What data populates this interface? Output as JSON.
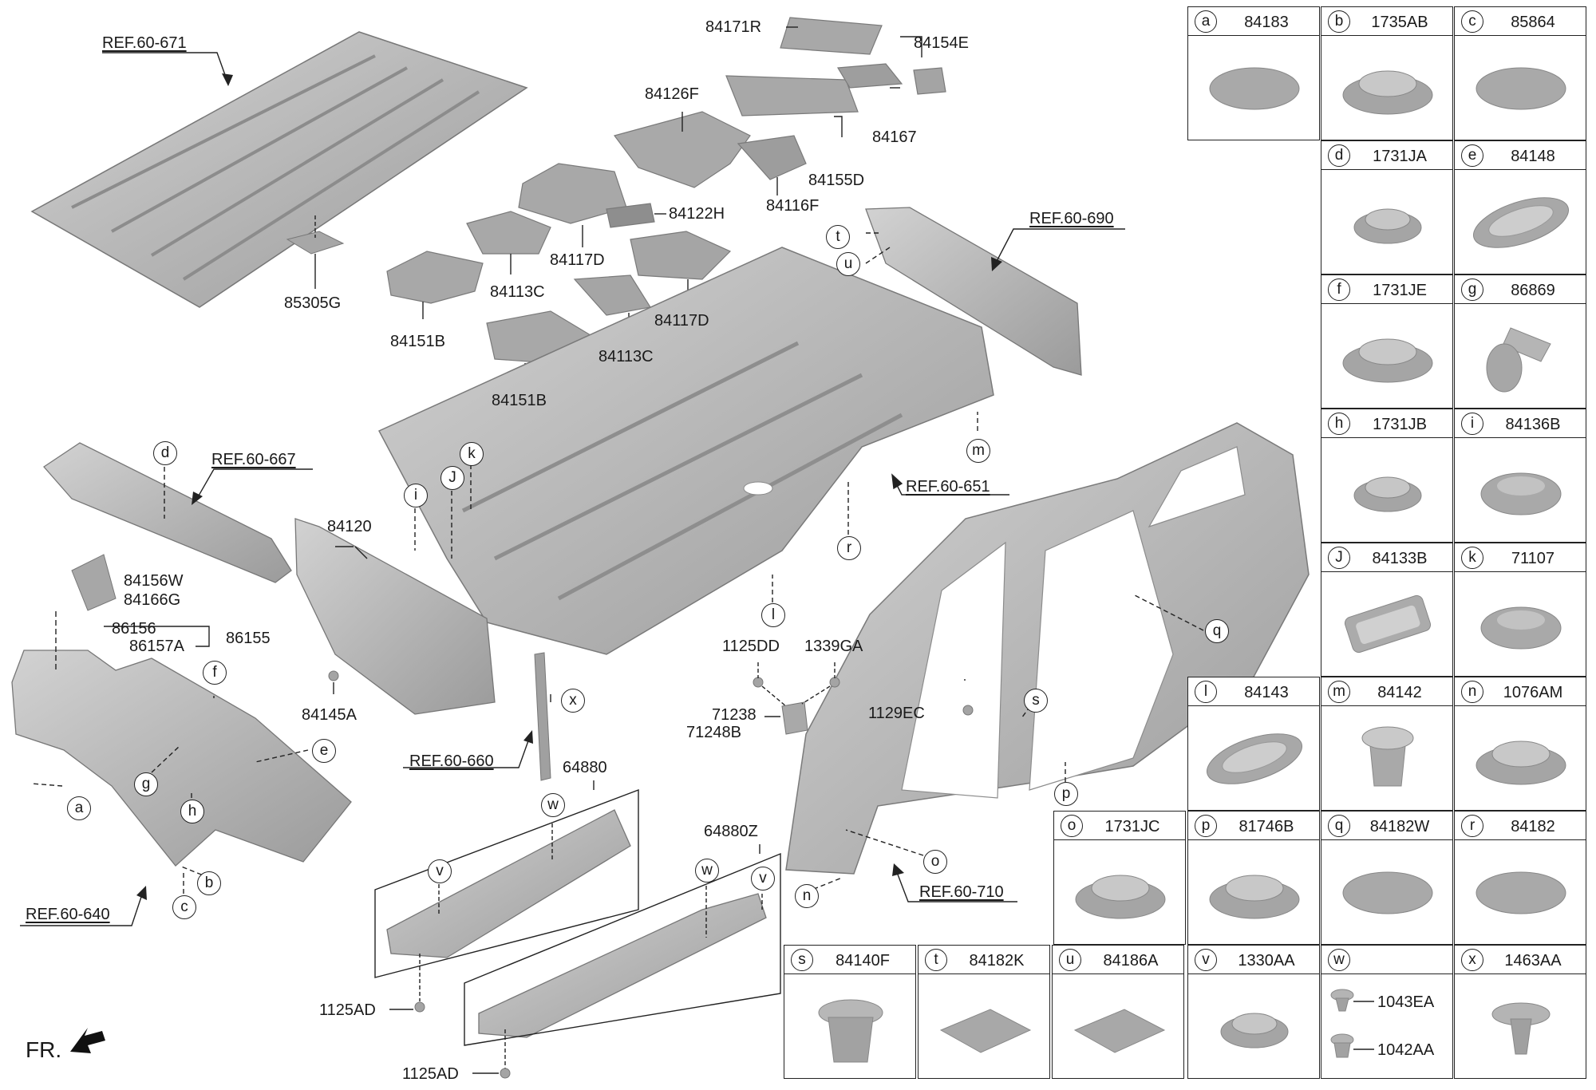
{
  "labels": {
    "ref_60_671": "REF.60-671",
    "p85305g": "85305G",
    "p84171r": "84171R",
    "p84154e": "84154E",
    "p84126f": "84126F",
    "p84167": "84167",
    "p84155d": "84155D",
    "p84116f": "84116F",
    "p84122h": "84122H",
    "p84117d_a": "84117D",
    "p84117d_b": "84117D",
    "p84113c_a": "84113C",
    "p84113c_b": "84113C",
    "p84151b_a": "84151B",
    "p84151b_b": "84151B",
    "ref_60_690": "REF.60-690",
    "ref_60_667": "REF.60-667",
    "ref_60_651": "REF.60-651",
    "p84120": "84120",
    "p84156w": "84156W",
    "p84166g": "84166G",
    "p86156": "86156",
    "p86157a": "86157A",
    "p86155": "86155",
    "p84145a": "84145A",
    "p1125dd": "1125DD",
    "p1339ga": "1339GA",
    "p71238": "71238",
    "p71248b": "71248B",
    "p1129ec": "1129EC",
    "ref_60_660": "REF.60-660",
    "p64880": "64880",
    "p64880z": "64880Z",
    "ref_60_640": "REF.60-640",
    "ref_60_710": "REF.60-710",
    "p1125ad_a": "1125AD",
    "p1125ad_b": "1125AD",
    "fr": "FR."
  },
  "callouts": {
    "a": "a",
    "b": "b",
    "c": "c",
    "d": "d",
    "e": "e",
    "f": "f",
    "g": "g",
    "h": "h",
    "i": "i",
    "J": "J",
    "k": "k",
    "l": "l",
    "m": "m",
    "n": "n",
    "o": "o",
    "p": "p",
    "q": "q",
    "r": "r",
    "s": "s",
    "t": "t",
    "u": "u",
    "v": "v",
    "w": "w",
    "x": "x"
  },
  "parts_table": [
    {
      "letter": "a",
      "part": "84183"
    },
    {
      "letter": "b",
      "part": "1735AB"
    },
    {
      "letter": "c",
      "part": "85864"
    },
    {
      "letter": "d",
      "part": "1731JA"
    },
    {
      "letter": "e",
      "part": "84148"
    },
    {
      "letter": "f",
      "part": "1731JE"
    },
    {
      "letter": "g",
      "part": "86869"
    },
    {
      "letter": "h",
      "part": "1731JB"
    },
    {
      "letter": "i",
      "part": "84136B"
    },
    {
      "letter": "J",
      "part": "84133B"
    },
    {
      "letter": "k",
      "part": "71107"
    },
    {
      "letter": "l",
      "part": "84143"
    },
    {
      "letter": "m",
      "part": "84142"
    },
    {
      "letter": "n",
      "part": "1076AM"
    },
    {
      "letter": "o",
      "part": "1731JC"
    },
    {
      "letter": "p",
      "part": "81746B"
    },
    {
      "letter": "q",
      "part": "84182W"
    },
    {
      "letter": "r",
      "part": "84182"
    },
    {
      "letter": "s",
      "part": "84140F"
    },
    {
      "letter": "t",
      "part": "84182K"
    },
    {
      "letter": "u",
      "part": "84186A"
    },
    {
      "letter": "v",
      "part": "1330AA"
    },
    {
      "letter": "w",
      "part": "",
      "subparts": [
        "1043EA",
        "1042AA"
      ]
    },
    {
      "letter": "x",
      "part": "1463AA"
    }
  ],
  "colors": {
    "part_fill": "#a9a9a9",
    "part_light": "#cfcfcf",
    "part_dark": "#8a8a8a",
    "line": "#222222"
  }
}
